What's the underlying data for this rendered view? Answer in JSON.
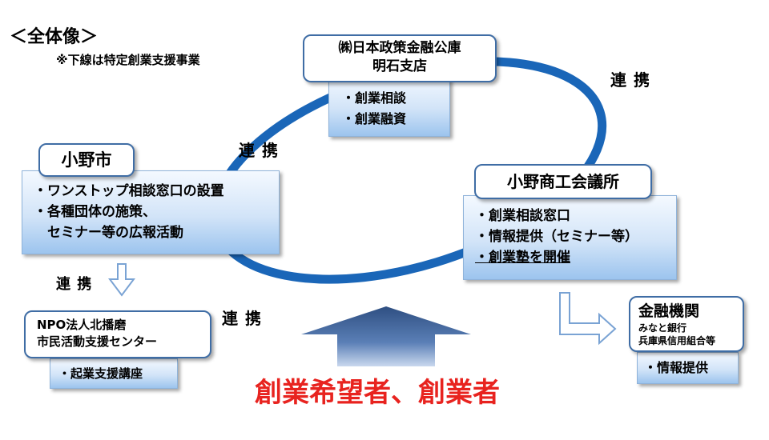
{
  "title": "＜全体像＞",
  "note": "※下線は特定創業支援事業",
  "link_label": "連 携",
  "jfc": {
    "header_line1": "㈱日本政策金融公庫",
    "header_line2": "明石支店",
    "items": [
      "・創業相談",
      "・創業融資"
    ]
  },
  "ono_city": {
    "header": "小野市",
    "items": [
      "・ワンストップ相談窓口の設置",
      "・各種団体の施策、",
      "　セミナー等の広報活動"
    ]
  },
  "chamber": {
    "header": "小野商工会議所",
    "items": [
      "・創業相談窓口",
      "・情報提供（セミナー等）",
      "・創業塾を開催"
    ]
  },
  "npo": {
    "header_line1": "NPO法人北播磨",
    "header_line2": "市民活動支援センター",
    "items": [
      "・起業支援講座"
    ]
  },
  "finance": {
    "header": "金融機関",
    "sub1": "みなと銀行",
    "sub2": "兵庫県信用組合等",
    "items": [
      "・情報提供"
    ]
  },
  "target": "創業希望者、創業者",
  "colors": {
    "ellipse": "#1a66b8",
    "arrow": "#3b5b8f",
    "target_text": "#e8231f"
  }
}
